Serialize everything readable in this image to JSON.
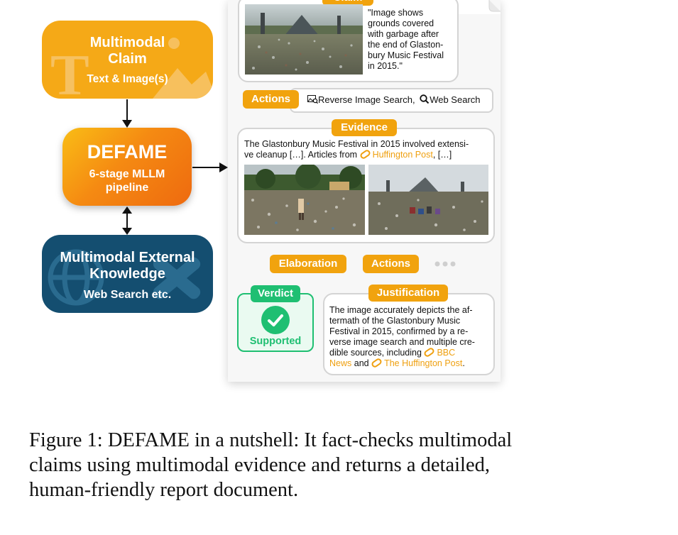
{
  "left": {
    "claim": {
      "title_l1": "Multimodal",
      "title_l2": "Claim",
      "subtitle": "Text & Image(s)"
    },
    "defame": {
      "title": "DEFAME",
      "subtitle_l1": "6-stage MLLM",
      "subtitle_l2": "pipeline"
    },
    "knowledge": {
      "title_l1": "Multimodal External",
      "title_l2": "Knowledge",
      "subtitle": "Web Search etc."
    }
  },
  "doc": {
    "claim": {
      "label": "Claim",
      "quote_lines": [
        "\"Image shows",
        "grounds covered",
        "with garbage after",
        "the end of Glaston-",
        "bury Music Festival",
        "in 2015.\""
      ]
    },
    "actions_top": {
      "label": "Actions",
      "reverse": "Reverse Image Search,",
      "web": "Web Search"
    },
    "evidence": {
      "label": "Evidence",
      "line1": "The Glastonbury Music Festival in 2015 involved extensi-",
      "line2_pre": "ve cleanup […]. Articles from",
      "line2_link": "Huffington Post",
      "line2_post": ", […]"
    },
    "steps": {
      "elaboration": "Elaboration",
      "actions": "Actions"
    },
    "verdict": {
      "label": "Verdict",
      "value": "Supported",
      "color": "#1fbf72"
    },
    "justification": {
      "label": "Justification",
      "lines": [
        "The image accurately depicts the af-",
        "termath of the Glastonbury Music",
        "Festival in 2015, confirmed by a re-",
        "verse image search and multiple cre-"
      ],
      "line5_pre": "dible sources, including",
      "link1_a": "BBC",
      "link1_b": "News",
      "and": "and",
      "link2": "The Huffington Post",
      "end": "."
    }
  },
  "caption": {
    "lines": [
      "Figure 1: DEFAME in a nutshell: It fact-checks multimodal",
      "claims using multimodal evidence and returns a detailed,",
      "human-friendly report document."
    ]
  },
  "colors": {
    "accent": "#f1a30e",
    "claim_box": "#f5a917",
    "knowledge_box": "#144e70",
    "verdict_green": "#1fbf72"
  }
}
